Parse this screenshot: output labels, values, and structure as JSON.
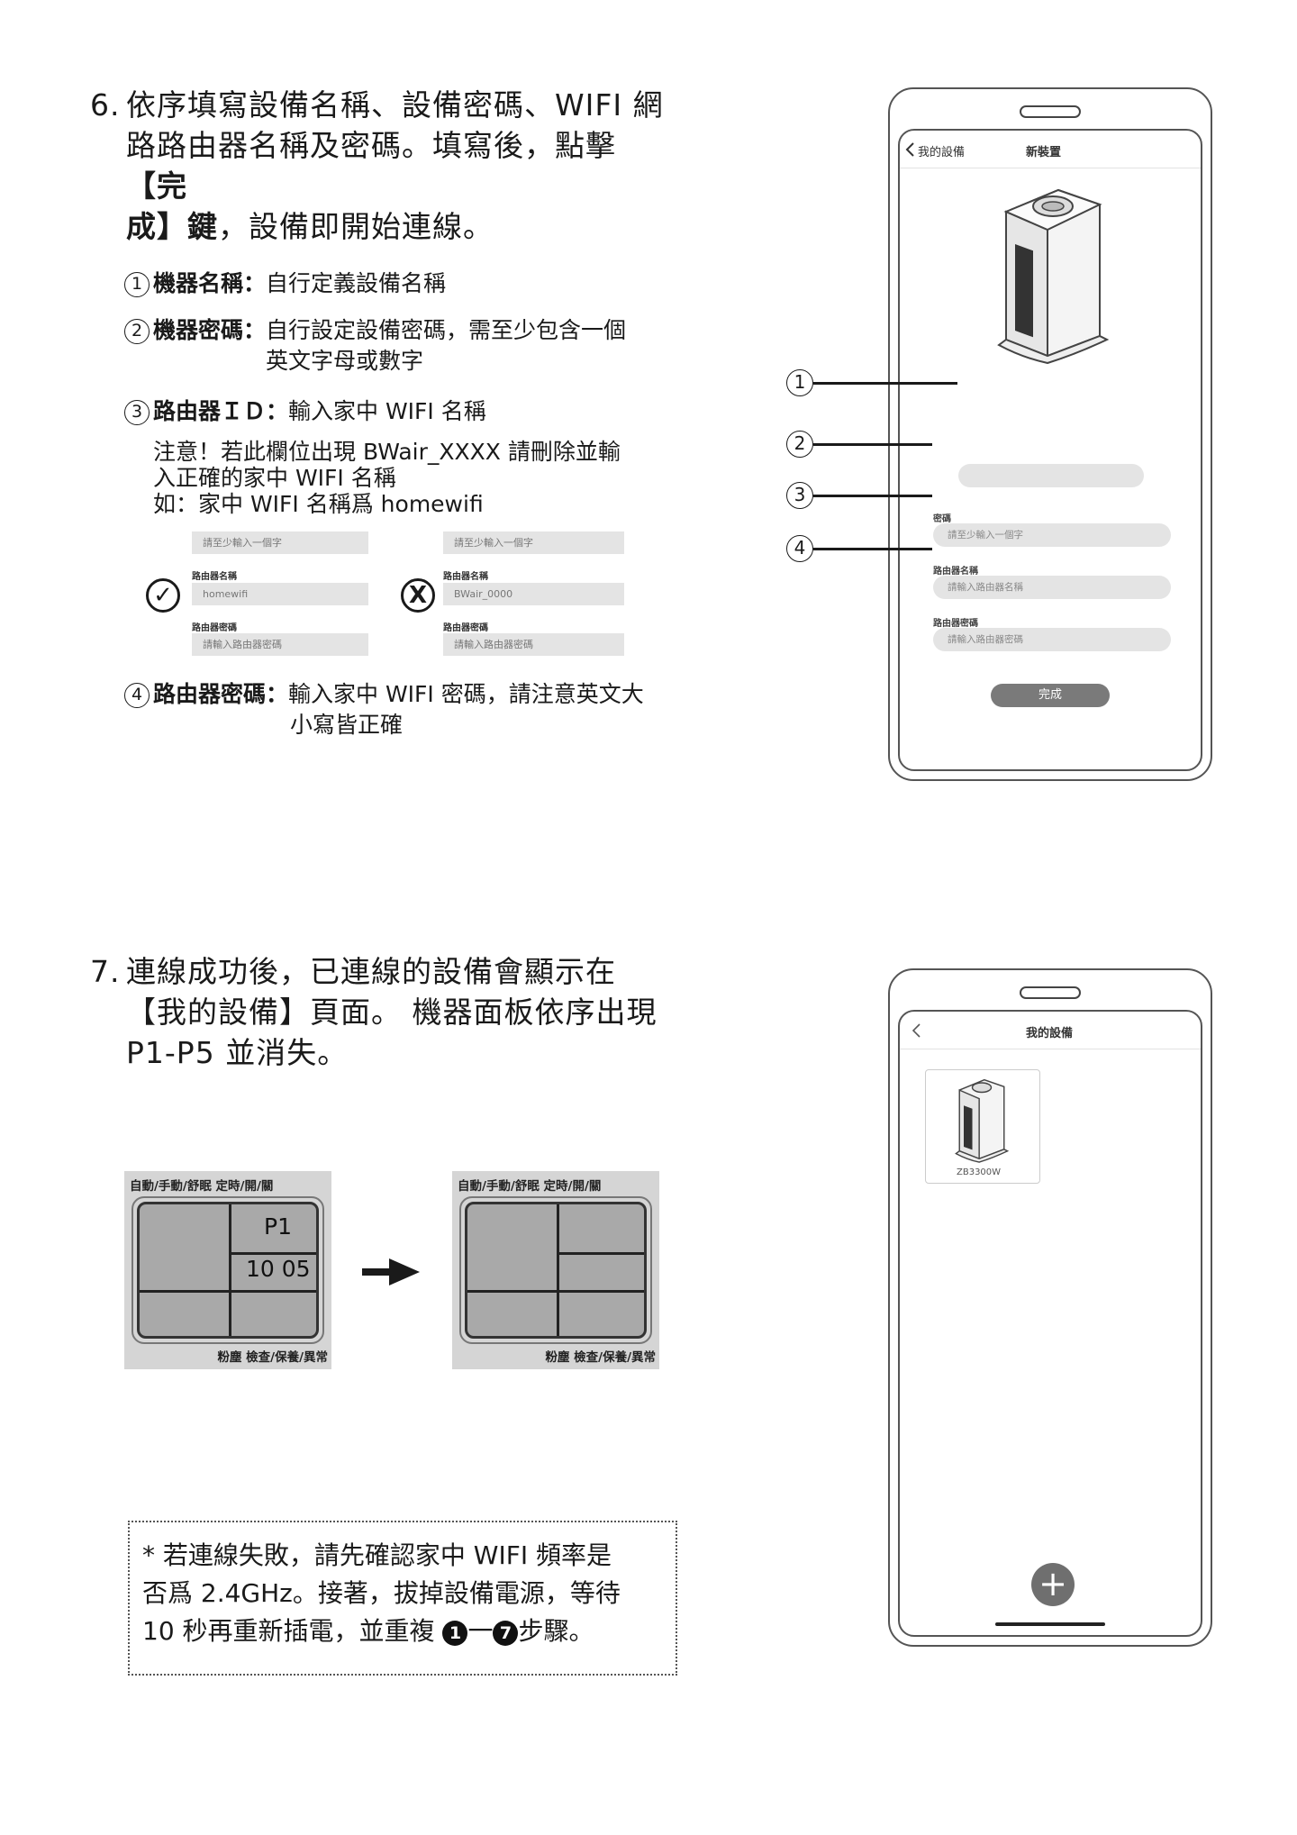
{
  "step6": {
    "number": "6.",
    "line1": "依序填寫設備名稱、設備密碼、WIFI 網",
    "line2a": "路路由器名稱及密碼。填寫後，點擊",
    "line2b": "【完",
    "line3a": "成】鍵",
    "line3b": "，設備即開始連線。",
    "items": [
      {
        "num": "1",
        "label": "機器名稱：",
        "text": "自行定義設備名稱",
        "cont": ""
      },
      {
        "num": "2",
        "label": "機器密碼：",
        "text": "自行設定設備密碼，需至少包含一個",
        "cont": "英文字母或數字"
      },
      {
        "num": "3",
        "label": "路由器ＩＤ：",
        "text": "輸入家中 WIFI 名稱",
        "cont": ""
      },
      {
        "num": "4",
        "label": "路由器密碼：",
        "text": "輸入家中 WIFI 密碼，請注意英文大",
        "cont": "小寫皆正確"
      }
    ],
    "note": {
      "line1": "注意！若此欄位出現 BWair_XXXX 請刪除並輸",
      "line2": "入正確的家中 WIFI 名稱",
      "line3": "如：家中 WIFI 名稱爲 homewifi"
    },
    "examples": {
      "ok": {
        "icon": "✓",
        "field1": "請至少輸入一個字",
        "label2": "路由器名稱",
        "field2": "homewifi",
        "label3": "路由器密碼",
        "field3": "請輸入路由器密碼"
      },
      "bad": {
        "icon": "X",
        "field1": "請至少輸入一個字",
        "label2": "路由器名稱",
        "field2": "BWair_0000",
        "label3": "路由器密碼",
        "field3": "請輸入路由器密碼"
      }
    }
  },
  "phone1": {
    "back": "我的設備",
    "title": "新裝置",
    "field1": "",
    "label2": "密碼",
    "field2": "請至少輸入一個字",
    "label3": "路由器名稱",
    "field3": "請輸入路由器名稱",
    "label4": "路由器密碼",
    "field4": "請輸入路由器密碼",
    "button": "完成",
    "callouts": [
      "1",
      "2",
      "3",
      "4"
    ]
  },
  "step7": {
    "number": "7.",
    "line1": "連線成功後，已連線的設備會顯示在",
    "line2": "【我的設備】頁面。 機器面板依序出現",
    "line3": "P1-P5 並消失。"
  },
  "panels": {
    "top_label": "自動/手動/舒眠  定時/開/關",
    "bottom_label": "粉塵  檢查/保養/異常",
    "p1": "P1",
    "p2": "10 05"
  },
  "phone2": {
    "title": "我的設備",
    "device": "ZB3300W",
    "add": "+"
  },
  "footnote": {
    "line1": "* 若連線失敗，請先確認家中 WIFI 頻率是",
    "line2": "否爲 2.4GHz。接著，拔掉設備電源，等待",
    "line3a": "10 秒再重新插電，並重複 ",
    "b1": "1",
    "dash": "一",
    "b2": "7",
    "line3b": "步驟。"
  }
}
